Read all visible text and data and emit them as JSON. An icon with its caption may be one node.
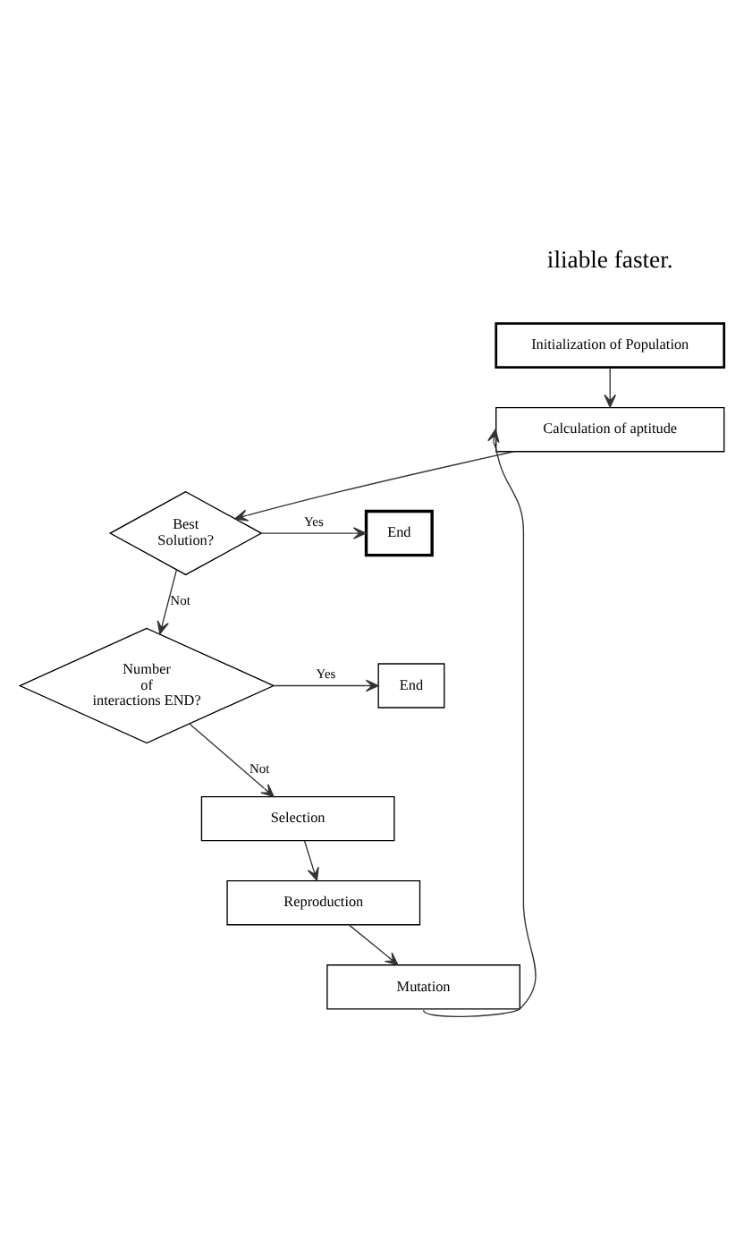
{
  "diagram": {
    "nodes": [
      {
        "text": [
          "Initialization of Population"
        ]
      },
      {
        "text": [
          "Calculation of aptitude"
        ]
      },
      {
        "text": [
          "Best Solution?"
        ]
      },
      {
        "text": [
          "End"
        ]
      },
      {
        "text": [
          "Number of interactions END?"
        ]
      },
      {
        "text": [
          "End"
        ]
      },
      {
        "text": [
          "Selection"
        ]
      },
      {
        "text": [
          "Reproduction"
        ]
      },
      {
        "text": [
          "Mutation"
        ]
      }
    ],
    "edges": [
      {
        "from": 0,
        "to": 1,
        "arrow": "to"
      },
      {
        "from": 1,
        "to": 2,
        "arrow": "to"
      },
      {
        "from": 2,
        "to": 3,
        "arrow": "to",
        "label": "Yes"
      },
      {
        "from": 2,
        "to": 4,
        "arrow": "to",
        "label": "Not"
      },
      {
        "from": 4,
        "to": 5,
        "arrow": "to",
        "label": "Yes"
      },
      {
        "from": 4,
        "to": 6,
        "arrow": "to",
        "label": "Not"
      },
      {
        "from": 6,
        "to": 7,
        "arrow": "to"
      },
      {
        "from": 7,
        "to": 8,
        "arrow": "to"
      },
      {
        "from": 8,
        "to": 1,
        "arrow": "to"
      }
    ],
    "labels": [
      "iliable faster."
    ]
  }
}
